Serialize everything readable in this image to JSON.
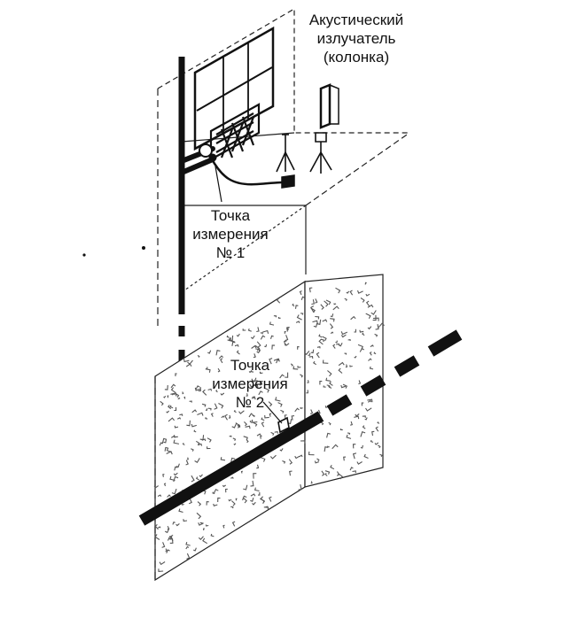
{
  "labels": {
    "speaker": [
      "Акустический",
      "излучатель",
      "(колонка)"
    ],
    "point1": [
      "Точка",
      "измерения",
      "№ 1"
    ],
    "point2": [
      "Точка",
      "измерения",
      "№ 2"
    ]
  },
  "colors": {
    "ink": "#111111",
    "stipple": "#555555",
    "background": "#ffffff"
  }
}
